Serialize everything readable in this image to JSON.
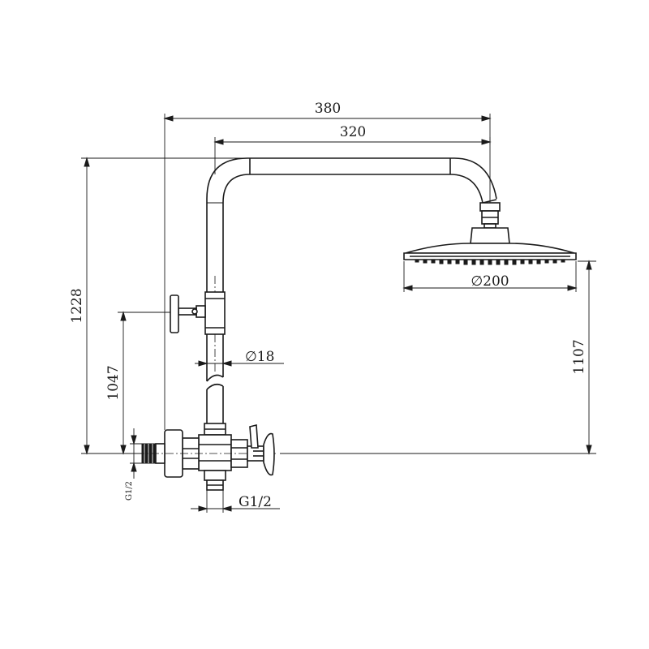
{
  "dimensions": {
    "arm_overall_width": "380",
    "arm_reach": "320",
    "overall_height": "1228",
    "slider_height": "1047",
    "head_height": "1107",
    "head_diameter": "∅200",
    "pipe_diameter": "∅18",
    "outlet_thread": "G1/2",
    "inlet_thread": "G1/2"
  },
  "colors": {
    "line": "#1a1a1a",
    "background": "#ffffff"
  }
}
